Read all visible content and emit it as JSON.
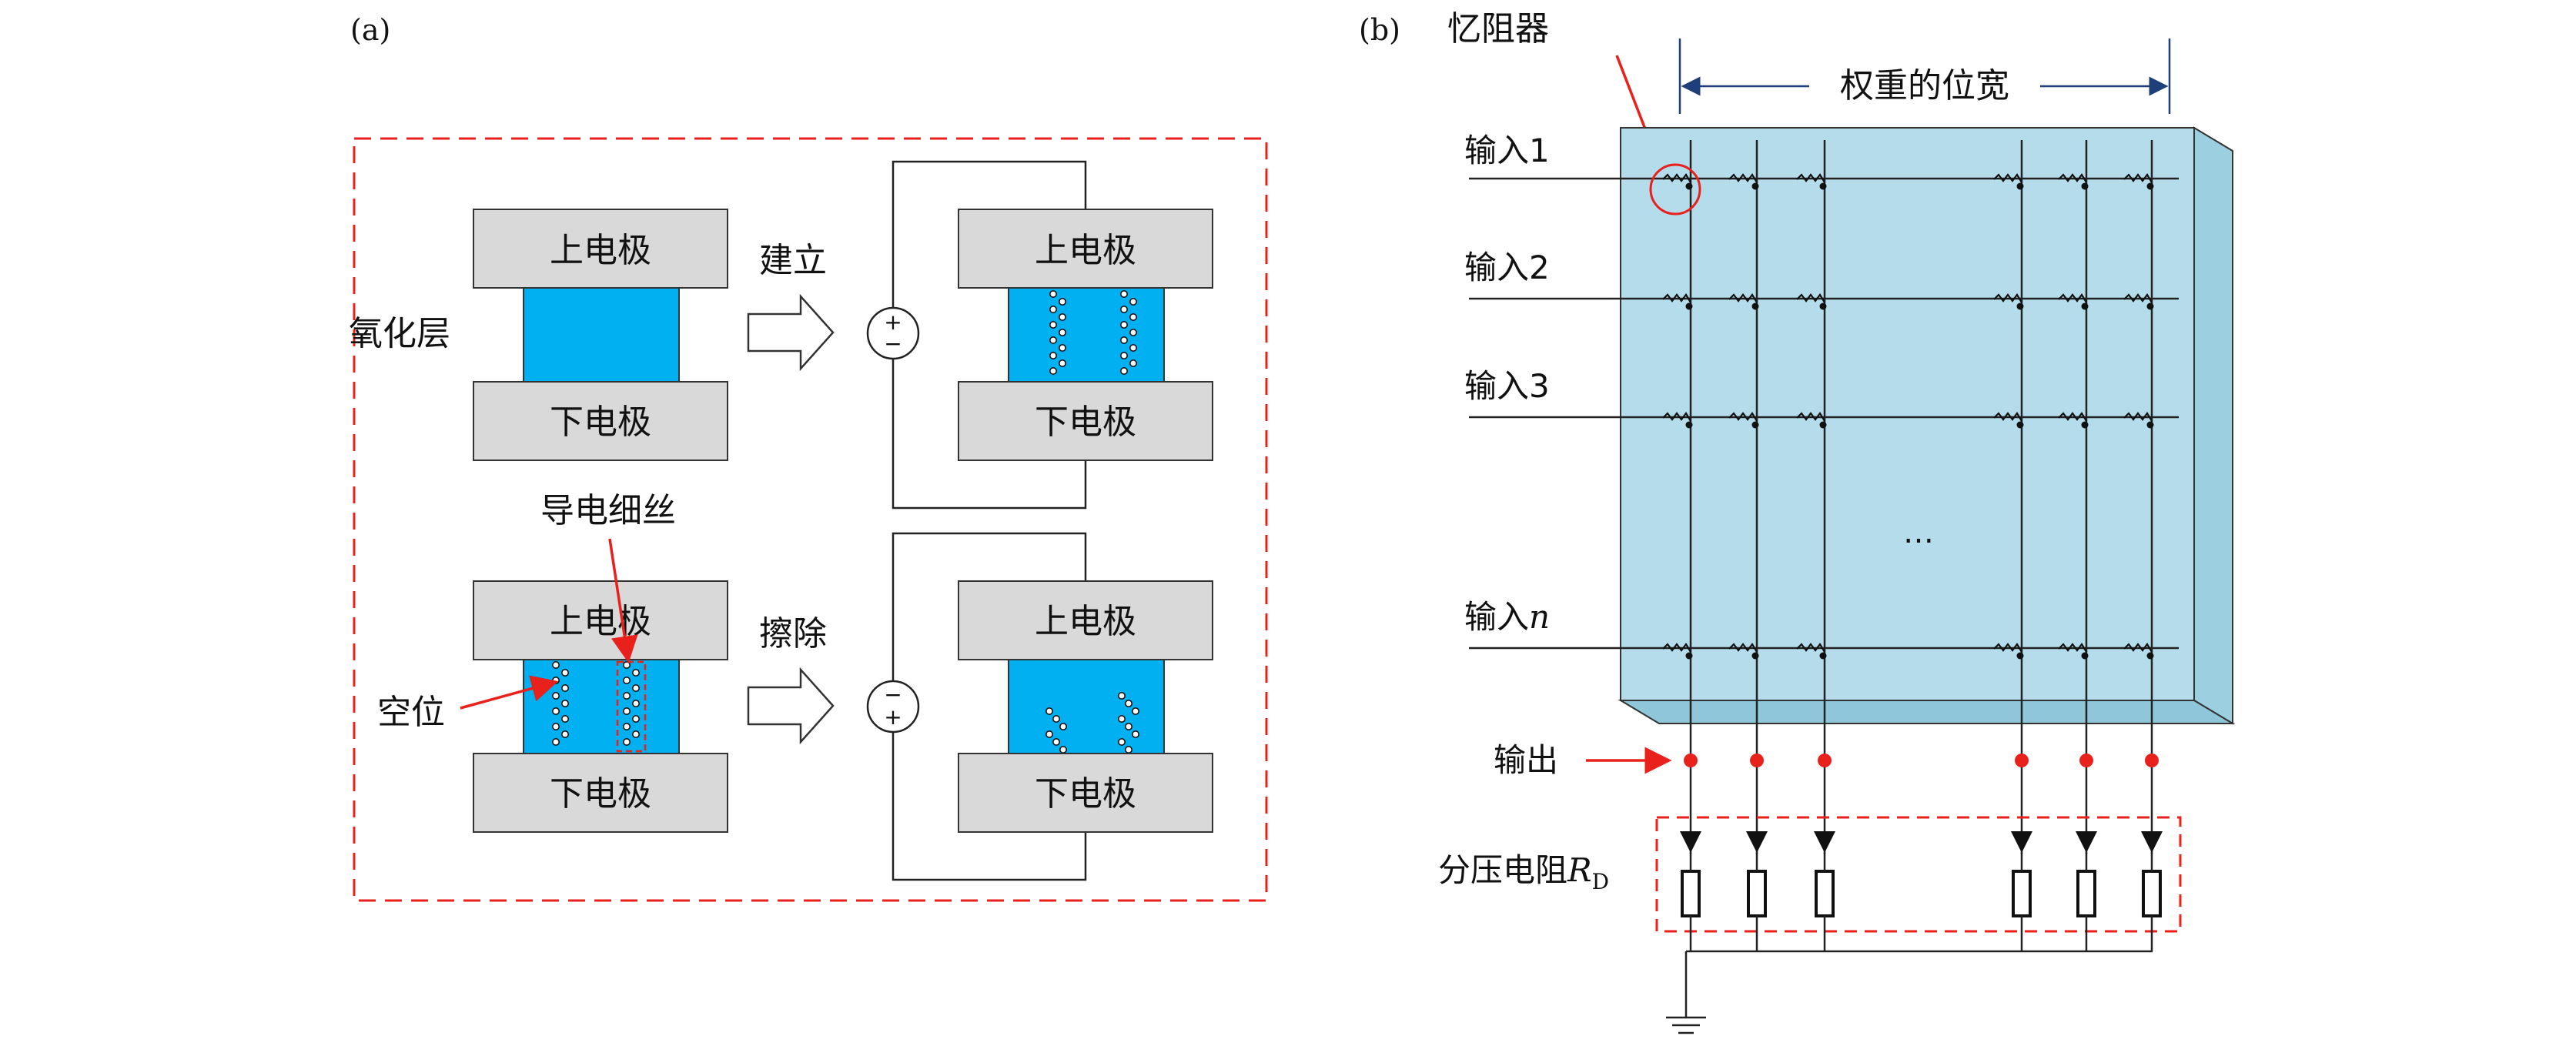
{
  "panel_a": {
    "label": "(a)",
    "top_electrode": "上电极",
    "bottom_electrode": "下电极",
    "oxide_layer": "氧化层",
    "set_label": "建立",
    "reset_label": "擦除",
    "filament_label": "导电细丝",
    "vacancy_label": "空位",
    "plus": "+",
    "minus": "−"
  },
  "panel_b": {
    "label": "(b)",
    "memristor_label": "忆阻器",
    "weight_width_label": "权重的位宽",
    "inputs": [
      "输入1",
      "输入2",
      "输入3",
      "输入"
    ],
    "input_n_var": "n",
    "ellipsis": "…",
    "output_label": "输出",
    "divider_label": "分压电阻",
    "divider_var": "R",
    "divider_sub": "D"
  },
  "colors": {
    "oxide": "#00b0f0",
    "electrode": "#d9d9d9",
    "array": "#b4dceb",
    "red": "#e8211d",
    "blue_arrow": "#1f3f7a"
  }
}
